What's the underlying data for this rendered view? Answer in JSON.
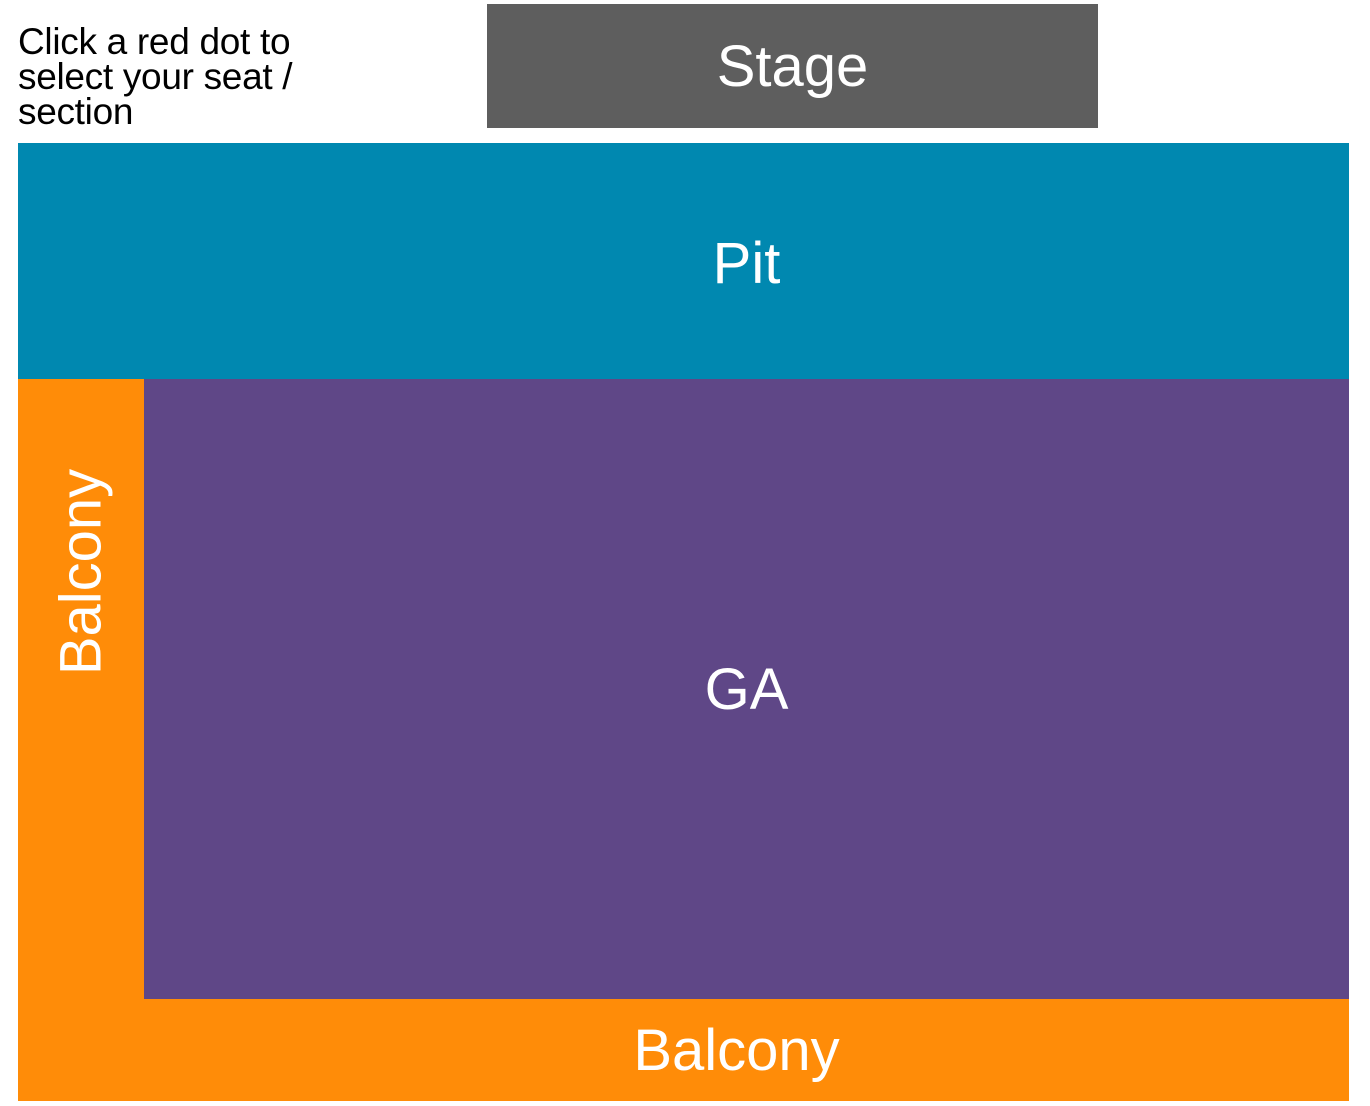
{
  "instructions": {
    "text": "Click a red dot to select your seat / section"
  },
  "stage": {
    "label": "Stage",
    "color": "#5e5e5e"
  },
  "sections": {
    "pit": {
      "label": "Pit",
      "color": "#0088b0"
    },
    "ga": {
      "label": "GA",
      "color": "#5f4787"
    },
    "balcony_left": {
      "label": "Balcony",
      "color": "#ff8c08"
    },
    "balcony_bottom": {
      "label": "Balcony",
      "color": "#ff8c08"
    }
  }
}
